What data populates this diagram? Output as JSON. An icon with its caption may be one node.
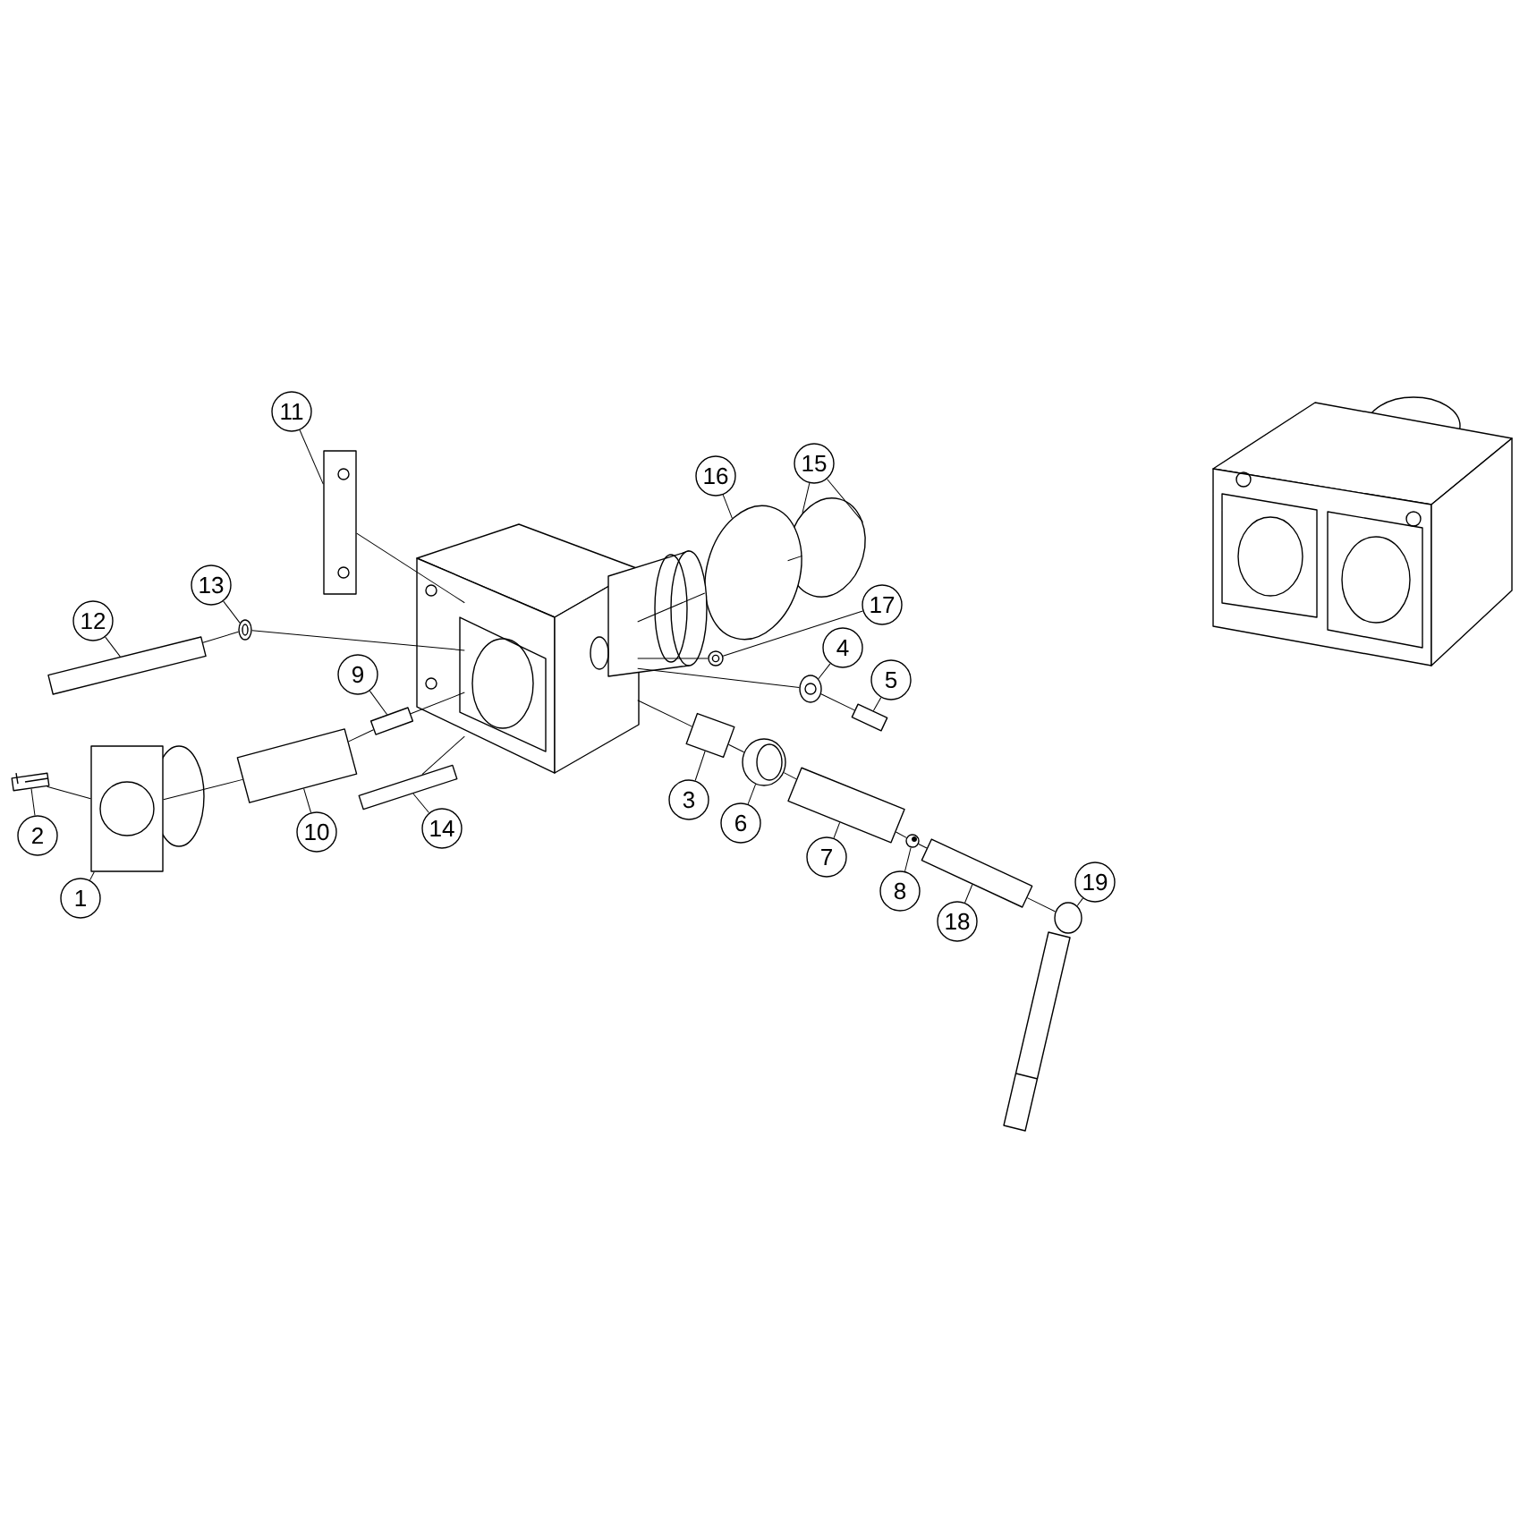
{
  "diagram": {
    "nodes": [
      {
        "text": [
          "1"
        ]
      },
      {
        "text": [
          "2"
        ]
      },
      {
        "text": [
          "3"
        ]
      },
      {
        "text": [
          "4"
        ]
      },
      {
        "text": [
          "5"
        ]
      },
      {
        "text": [
          "6"
        ]
      },
      {
        "text": [
          "7"
        ]
      },
      {
        "text": [
          "8"
        ]
      },
      {
        "text": [
          "9"
        ]
      },
      {
        "text": [
          "10"
        ]
      },
      {
        "text": [
          "11"
        ]
      },
      {
        "text": [
          "12"
        ]
      },
      {
        "text": [
          "13"
        ]
      },
      {
        "text": [
          "14"
        ]
      },
      {
        "text": [
          "15"
        ]
      },
      {
        "text": [
          "16"
        ]
      },
      {
        "text": [
          "17"
        ]
      },
      {
        "text": [
          "18"
        ]
      },
      {
        "text": [
          "19"
        ]
      },
      {
        "text": [],
        "shape": "picture"
      },
      {
        "text": [],
        "shape": "picture"
      },
      {
        "text": [],
        "shape": "picture"
      },
      {
        "text": [],
        "shape": "picture"
      },
      {
        "text": [],
        "shape": "picture"
      },
      {
        "text": [],
        "shape": "picture"
      },
      {
        "text": [],
        "shape": "picture"
      },
      {
        "text": [],
        "shape": "picture"
      },
      {
        "text": [],
        "shape": "picture"
      },
      {
        "text": [],
        "shape": "picture"
      },
      {
        "text": [],
        "shape": "picture"
      },
      {
        "text": [],
        "shape": "picture"
      },
      {
        "text": [],
        "shape": "picture"
      },
      {
        "text": [],
        "shape": "picture"
      },
      {
        "text": [],
        "shape": "picture"
      },
      {
        "text": [],
        "shape": "picture"
      },
      {
        "text": [],
        "shape": "picture"
      },
      {
        "text": [],
        "shape": "picture"
      },
      {
        "text": [],
        "shape": "picture"
      },
      {
        "text": [],
        "shape": "picture"
      }
    ],
    "edges": [
      {
        "from": 0,
        "to": 19,
        "arrow": "none"
      },
      {
        "from": 1,
        "to": 20,
        "arrow": "none"
      },
      {
        "from": 2,
        "to": 21,
        "arrow": "none"
      },
      {
        "from": 3,
        "to": 22,
        "arrow": "none"
      },
      {
        "from": 4,
        "to": 23,
        "arrow": "none"
      },
      {
        "from": 5,
        "to": 24,
        "arrow": "none"
      },
      {
        "from": 6,
        "to": 25,
        "arrow": "none"
      },
      {
        "from": 7,
        "to": 26,
        "arrow": "none"
      },
      {
        "from": 8,
        "to": 27,
        "arrow": "none"
      },
      {
        "from": 9,
        "to": 28,
        "arrow": "none"
      },
      {
        "from": 10,
        "to": 29,
        "arrow": "none"
      },
      {
        "from": 11,
        "to": 30,
        "arrow": "none"
      },
      {
        "from": 12,
        "to": 31,
        "arrow": "none"
      },
      {
        "from": 13,
        "to": 32,
        "arrow": "none"
      },
      {
        "from": 14,
        "to": 33,
        "arrow": "none"
      },
      {
        "from": 15,
        "to": 34,
        "arrow": "none"
      },
      {
        "from": 16,
        "to": 35,
        "arrow": "none"
      },
      {
        "from": 17,
        "to": 36,
        "arrow": "none"
      },
      {
        "from": 18,
        "to": 37,
        "arrow": "none"
      },
      {
        "from": 14,
        "to": 33,
        "arrow": "none"
      },
      {
        "from": 20,
        "to": 19,
        "arrow": "none"
      },
      {
        "from": 19,
        "to": 28,
        "arrow": "none"
      },
      {
        "from": 28,
        "to": 27,
        "arrow": "none"
      },
      {
        "from": 27,
        "to": 38,
        "arrow": "none"
      },
      {
        "from": 30,
        "to": 31,
        "arrow": "none"
      },
      {
        "from": 31,
        "to": 38,
        "arrow": "none"
      },
      {
        "from": 29,
        "to": 38,
        "arrow": "none"
      },
      {
        "from": 32,
        "to": 38,
        "arrow": "none"
      },
      {
        "from": 38,
        "to": 34,
        "arrow": "none"
      },
      {
        "from": 34,
        "to": 33,
        "arrow": "none"
      },
      {
        "from": 38,
        "to": 35,
        "arrow": "none"
      },
      {
        "from": 38,
        "to": 22,
        "arrow": "none"
      },
      {
        "from": 22,
        "to": 23,
        "arrow": "none"
      },
      {
        "from": 38,
        "to": 21,
        "arrow": "none"
      },
      {
        "from": 21,
        "to": 24,
        "arrow": "none"
      },
      {
        "from": 24,
        "to": 25,
        "arrow": "none"
      },
      {
        "from": 25,
        "to": 26,
        "arrow": "none"
      },
      {
        "from": 26,
        "to": 36,
        "arrow": "none"
      },
      {
        "from": 36,
        "to": 37,
        "arrow": "none"
      }
    ]
  }
}
